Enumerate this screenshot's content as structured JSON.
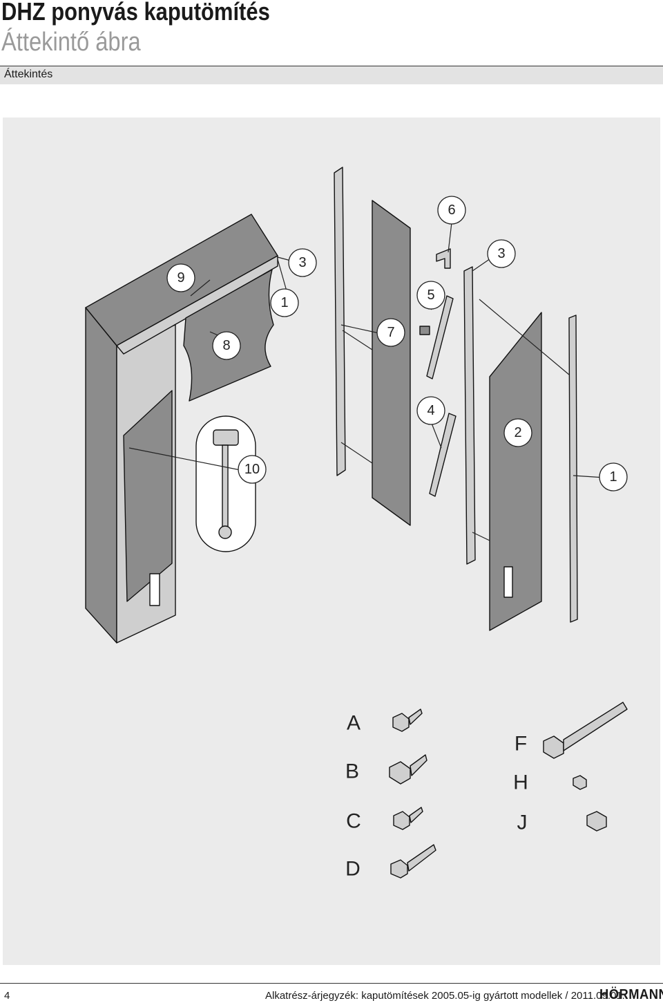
{
  "header": {
    "title": "DHZ ponyvás kaputömítés",
    "subtitle": "Áttekintő ábra",
    "section": "Áttekintés"
  },
  "figure": {
    "callouts": [
      "9",
      "3",
      "1",
      "8",
      "7",
      "6",
      "3",
      "5",
      "4",
      "2",
      "10",
      "1"
    ],
    "hardware_letters": [
      "A",
      "B",
      "C",
      "D",
      "F",
      "H",
      "J"
    ]
  },
  "footer": {
    "page_number": "4",
    "text": "Alkatrész-árjegyzék: kaputömítések 2005.05-ig gyártott modellek / 2011.09.01..",
    "brand": "HÖRMANN"
  }
}
